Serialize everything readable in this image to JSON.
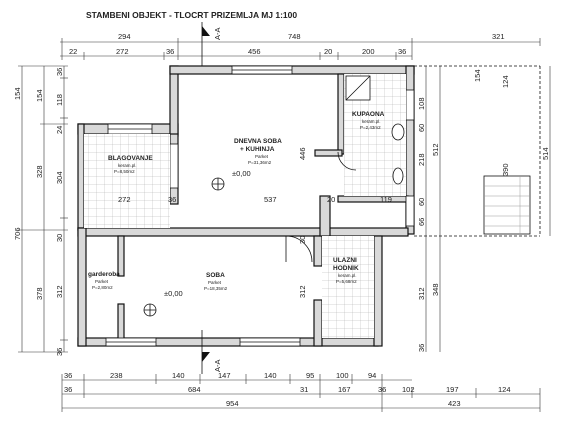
{
  "title": "STAMBENI OBJEKT - TLOCRT PRIZEMLJA MJ 1:100",
  "section_marks": [
    "A-A",
    "A-A"
  ],
  "rooms": {
    "dnevna": {
      "name_1": "DNEVNA SOBA",
      "name_2": "+ KUHINJA",
      "floor": "Parket",
      "area": "P=31,36m2",
      "level": "±0,00"
    },
    "blagovanje": {
      "name": "BLAGOVANJE",
      "floor": "keram.pl.",
      "area": "P=8,50m2"
    },
    "kupaona": {
      "name": "KUPAONA",
      "floor": "keram.pl.",
      "area": "P=2,43m2"
    },
    "soba": {
      "name": "SOBA",
      "floor": "Parket",
      "area": "P=18,35m2",
      "level": "±0,00"
    },
    "garderoba": {
      "name": "garderoba",
      "floor": "Parket",
      "area": "P=2,80m2"
    },
    "hodnik": {
      "name_1": "ULAZNI",
      "name_2": "HODNIK",
      "floor": "keram.pl.",
      "area": "P=5,68m2"
    }
  },
  "dimensions": {
    "top_row_1": [
      "294",
      "748",
      "321"
    ],
    "top_row_2": [
      "22",
      "272",
      "36",
      "456",
      "20",
      "200",
      "36"
    ],
    "left_row_1": [
      "154",
      "328",
      "706",
      "378"
    ],
    "left_row_2": [
      "36",
      "118",
      "24",
      "304",
      "30",
      "312",
      "36"
    ],
    "right_row_1": [
      "154",
      "514"
    ],
    "right_row_2": [
      "108",
      "124",
      "60",
      "218",
      "60",
      "390",
      "66",
      "512",
      "312",
      "348",
      "36"
    ],
    "bottom_row_1": [
      "36",
      "238",
      "140",
      "147",
      "140",
      "95",
      "100",
      "94"
    ],
    "bottom_row_2": [
      "36",
      "684",
      "31",
      "167",
      "36",
      "102",
      "197",
      "124"
    ],
    "bottom_row_3": [
      "954",
      "423"
    ],
    "inner": [
      "272",
      "36",
      "537",
      "20",
      "119",
      "446",
      "30",
      "312"
    ]
  }
}
